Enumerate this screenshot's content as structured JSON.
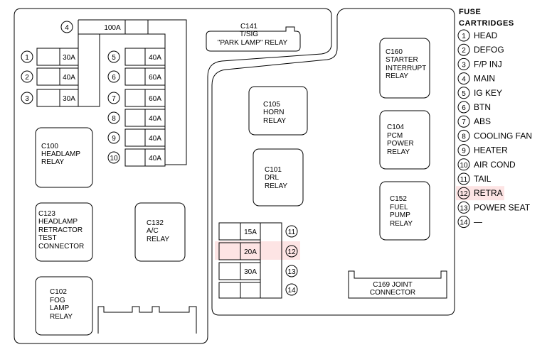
{
  "diagram_title": "",
  "legend": {
    "title_line1": "FUSE",
    "title_line2": "CARTRIDGES",
    "items": [
      {
        "num": "1",
        "label": "HEAD"
      },
      {
        "num": "2",
        "label": "DEFOG"
      },
      {
        "num": "3",
        "label": "F/P INJ"
      },
      {
        "num": "4",
        "label": "MAIN"
      },
      {
        "num": "5",
        "label": "IG KEY"
      },
      {
        "num": "6",
        "label": "BTN"
      },
      {
        "num": "7",
        "label": "ABS"
      },
      {
        "num": "8",
        "label": "COOLING FAN"
      },
      {
        "num": "9",
        "label": "HEATER"
      },
      {
        "num": "10",
        "label": "AIR COND"
      },
      {
        "num": "11",
        "label": "TAIL"
      },
      {
        "num": "12",
        "label": "RETRA"
      },
      {
        "num": "13",
        "label": "POWER SEAT"
      },
      {
        "num": "14",
        "label": "—"
      }
    ],
    "highlight_color": "#fde4e4"
  },
  "fuses": {
    "main": {
      "num": "4",
      "rating": "100A"
    },
    "left_column": [
      {
        "num": "1",
        "rating": "30A"
      },
      {
        "num": "2",
        "rating": "40A"
      },
      {
        "num": "3",
        "rating": "30A"
      }
    ],
    "right_column": [
      {
        "num": "5",
        "rating": "40A"
      },
      {
        "num": "6",
        "rating": "60A"
      },
      {
        "num": "7",
        "rating": "60A"
      },
      {
        "num": "8",
        "rating": "40A"
      },
      {
        "num": "9",
        "rating": "40A"
      },
      {
        "num": "10",
        "rating": "40A"
      }
    ],
    "lower_group": [
      {
        "num": "11",
        "rating": "15A"
      },
      {
        "num": "12",
        "rating": "20A"
      },
      {
        "num": "13",
        "rating": "30A"
      },
      {
        "num": "14",
        "rating": ""
      }
    ]
  },
  "relays": {
    "c100": [
      "C100",
      "HEADLAMP",
      "RELAY"
    ],
    "c123": [
      "C123",
      "HEADLAMP",
      "RETRACTOR",
      "TEST",
      "CONNECTOR"
    ],
    "c132": [
      "C132",
      "A/C",
      "RELAY"
    ],
    "c102": [
      "C102",
      "FOG",
      "LAMP",
      "RELAY"
    ],
    "c141": [
      "C141",
      "T/SIG",
      "\"PARK LAMP\" RELAY"
    ],
    "c105": [
      "C105",
      "HORN",
      "RELAY"
    ],
    "c101": [
      "C101",
      "DRL",
      "RELAY"
    ],
    "c160": [
      "C160",
      "STARTER",
      "INTERRUPT",
      "RELAY"
    ],
    "c104": [
      "C104",
      "PCM",
      "POWER",
      "RELAY"
    ],
    "c152": [
      "C152",
      "FUEL",
      "PUMP",
      "RELAY"
    ],
    "c169": [
      "C169 JOINT",
      "CONNECTOR"
    ]
  }
}
